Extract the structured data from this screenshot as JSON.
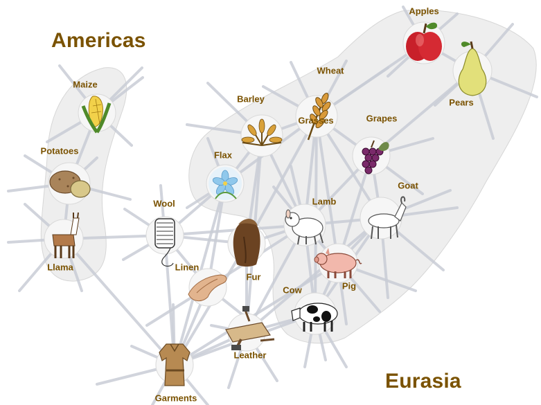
{
  "regions": [
    {
      "id": "americas",
      "label": "Americas"
    },
    {
      "id": "eurasia",
      "label": "Eurasia"
    }
  ],
  "colors": {
    "label": "#7a5200",
    "title": "#7a5200",
    "region_fill": "#eeeeee",
    "region_stroke": "#d6d6d6",
    "connection": "#c9cdd6"
  },
  "nodes": [
    {
      "id": "apples",
      "label": "Apples",
      "icon": "apple-icon"
    },
    {
      "id": "pears",
      "label": "Pears",
      "icon": "pear-icon"
    },
    {
      "id": "wheat",
      "label": "Wheat",
      "icon": "wheat-icon"
    },
    {
      "id": "barley",
      "label": "Barley",
      "icon": "barley-icon"
    },
    {
      "id": "grasses",
      "label": "Grasses",
      "icon": "grass-icon"
    },
    {
      "id": "grapes",
      "label": "Grapes",
      "icon": "grapes-icon"
    },
    {
      "id": "flax",
      "label": "Flax",
      "icon": "flax-flower-icon"
    },
    {
      "id": "lamb",
      "label": "Lamb",
      "icon": "lamb-icon"
    },
    {
      "id": "goat",
      "label": "Goat",
      "icon": "goat-icon"
    },
    {
      "id": "pig",
      "label": "Pig",
      "icon": "pig-icon"
    },
    {
      "id": "cow",
      "label": "Cow",
      "icon": "cow-icon"
    },
    {
      "id": "fur",
      "label": "Fur",
      "icon": "fur-pelt-icon"
    },
    {
      "id": "leather",
      "label": "Leather",
      "icon": "leather-tools-icon"
    },
    {
      "id": "garments",
      "label": "Garments",
      "icon": "tunic-icon"
    },
    {
      "id": "linen",
      "label": "Linen",
      "icon": "linen-cloth-icon"
    },
    {
      "id": "wool",
      "label": "Wool",
      "icon": "wool-spool-icon"
    },
    {
      "id": "maize",
      "label": "Maize",
      "icon": "corn-icon"
    },
    {
      "id": "potatoes",
      "label": "Potatoes",
      "icon": "potato-icon"
    },
    {
      "id": "llama",
      "label": "Llama",
      "icon": "llama-icon"
    }
  ]
}
